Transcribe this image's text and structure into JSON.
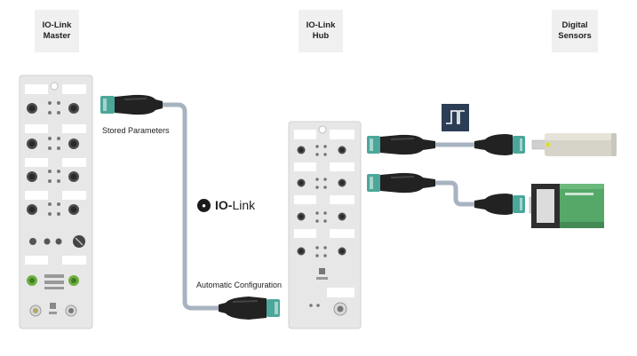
{
  "headers": {
    "master": "IO-Link\nMaster",
    "hub": "IO-Link\nHub",
    "sensors": "Digital\nSensors"
  },
  "labels": {
    "stored_parameters": "Stored Parameters",
    "automatic_configuration": "Automatic Configuration"
  },
  "io_link_logo": {
    "prefix": "IO-",
    "suffix": "Link"
  },
  "colors": {
    "device_body": "#e7e7e7",
    "cable": "#a7b3c0",
    "connector_teal": "#4aa79a",
    "sensor_green": "#55a868",
    "header_bg": "#f0f0f0",
    "signal_box": "#2c3e55"
  },
  "icons": [
    "io-link-logo-icon",
    "digital-signal-icon",
    "photoelectric-sensor-icon",
    "cylindrical-sensor-icon"
  ]
}
